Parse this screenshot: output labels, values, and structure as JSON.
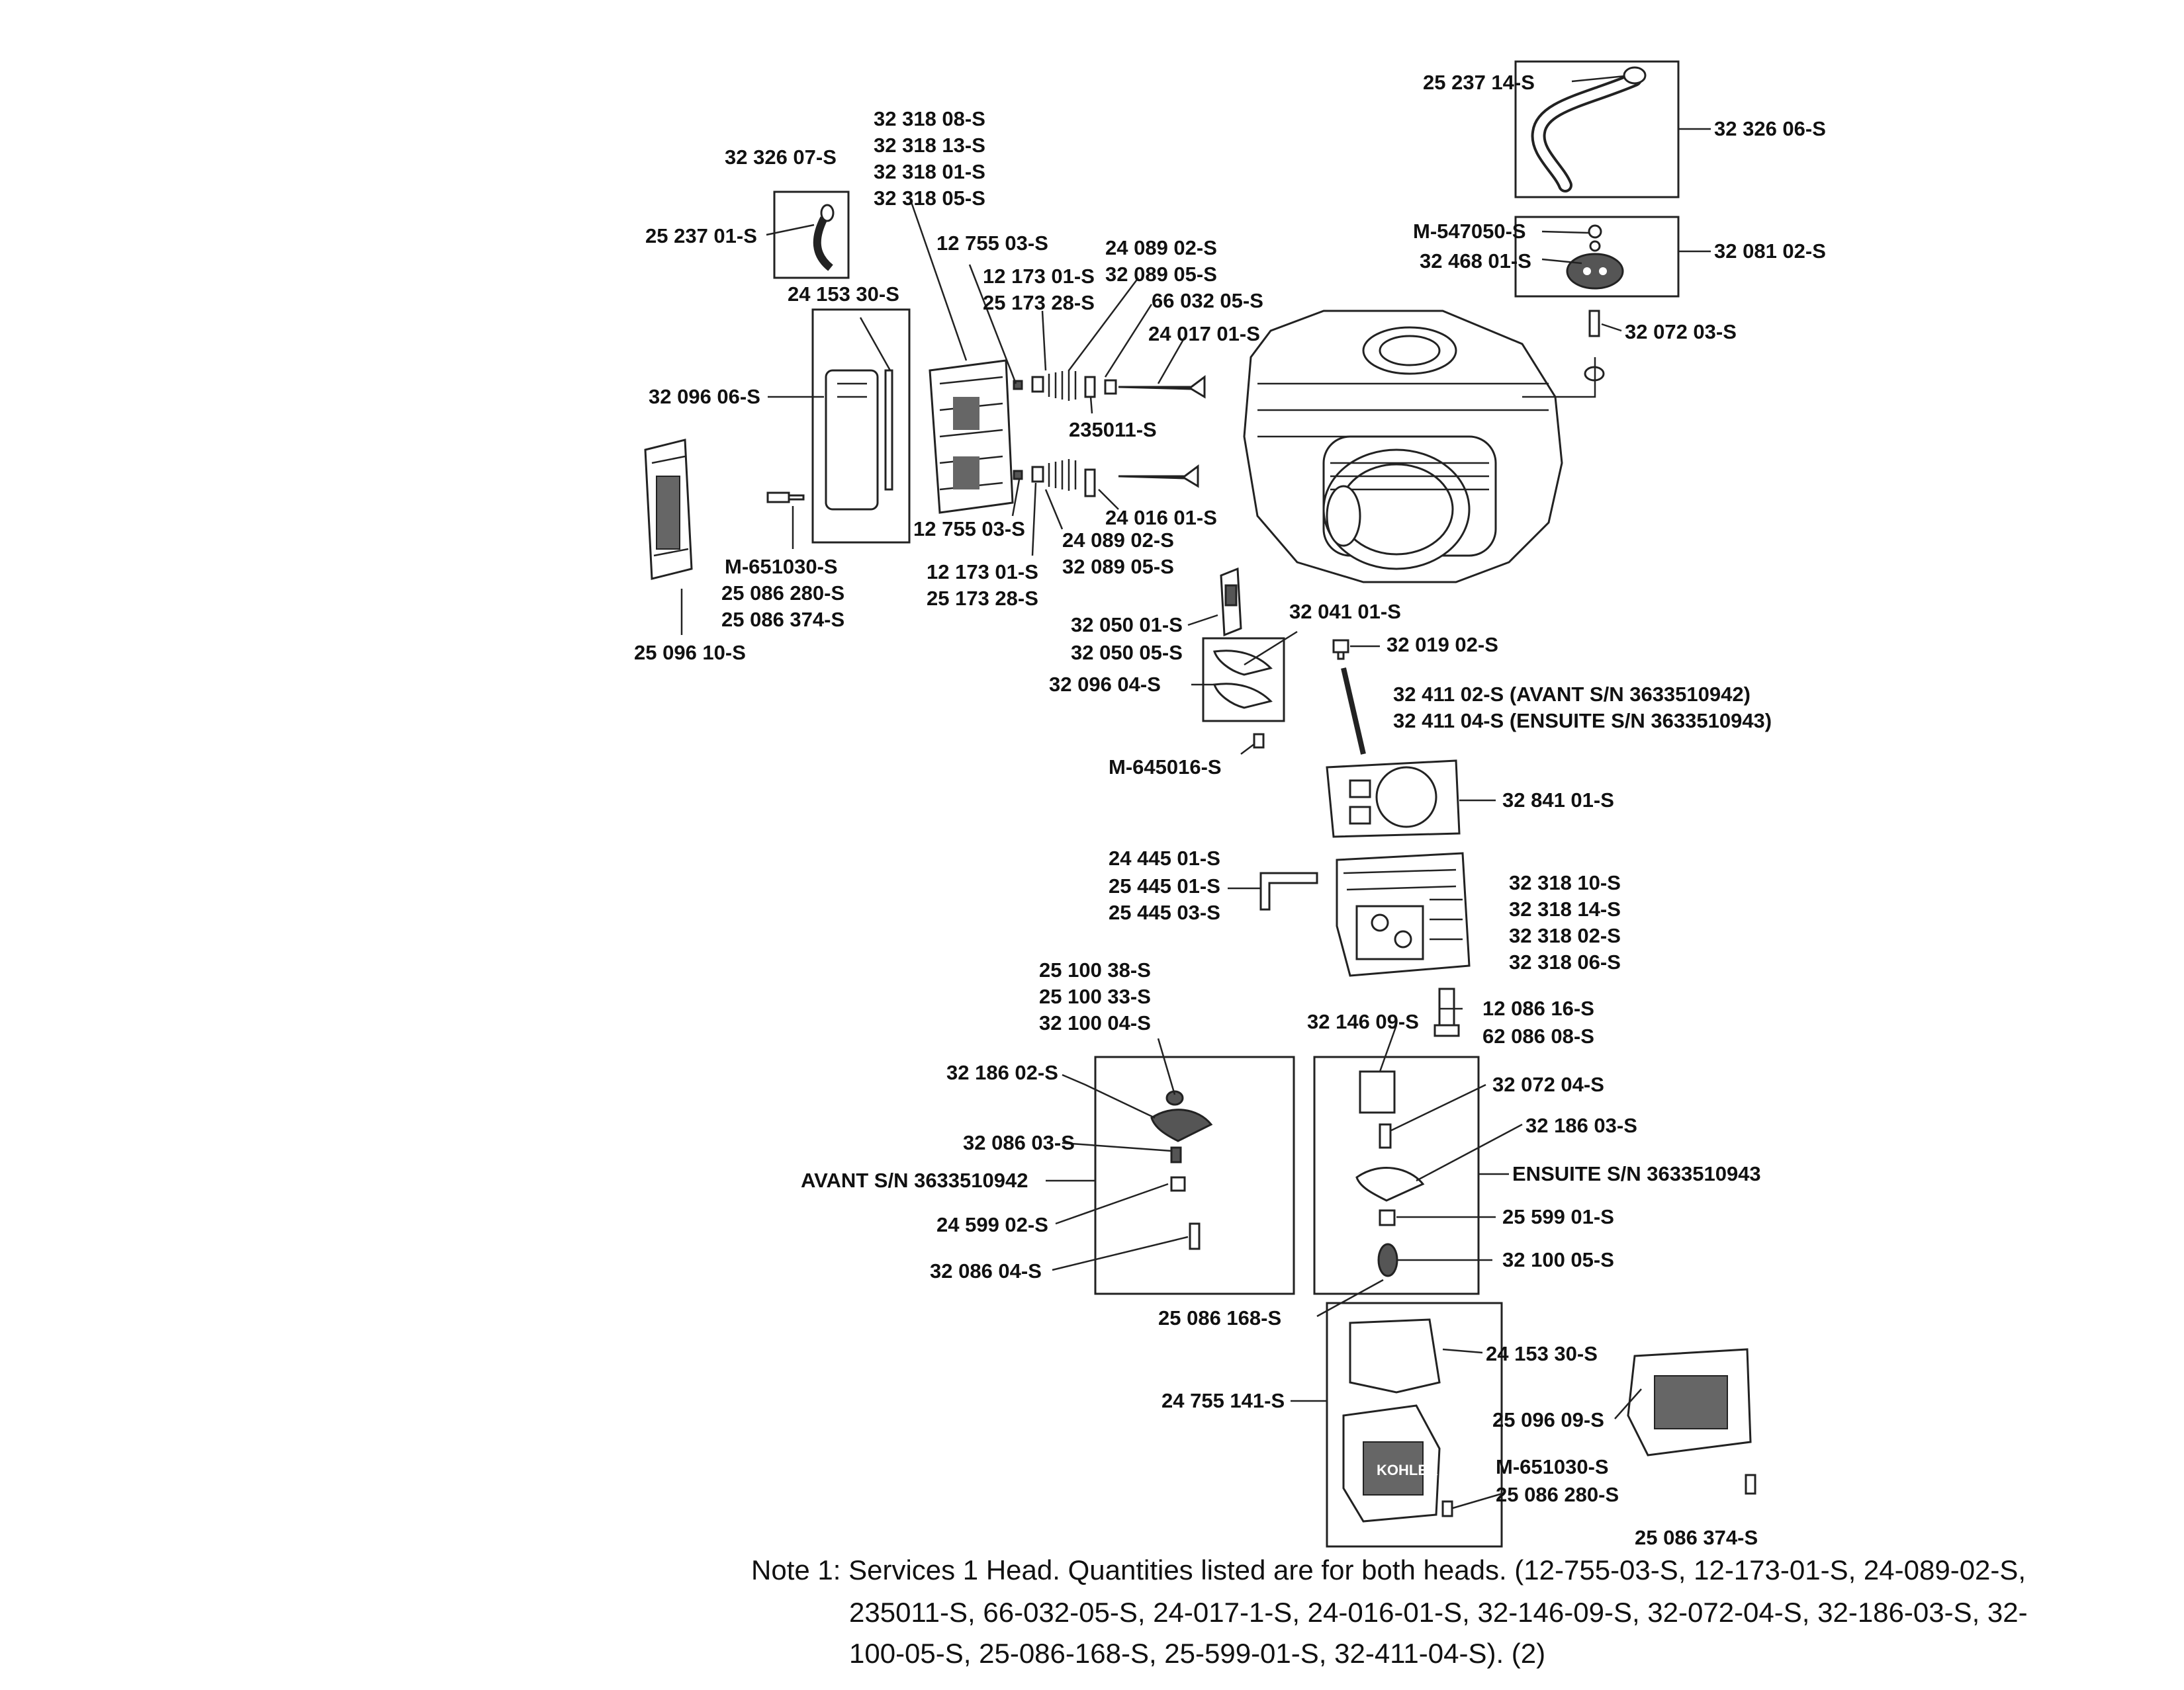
{
  "diagram": {
    "labels": {
      "l01": "25 237 14-S",
      "l02": "32 326 06-S",
      "l03": "M-547050-S",
      "l04": "32 468 01-S",
      "l05": "32 081 02-S",
      "l06": "32 072 03-S",
      "l07": "32 326 07-S",
      "l08": "25 237 01-S",
      "l09": "32 318 08-S",
      "l10": "32 318 13-S",
      "l11": "32 318 01-S",
      "l12": "32 318 05-S",
      "l13": "12 755 03-S",
      "l14": "12 173 01-S",
      "l15": "25 173 28-S",
      "l16": "24 089 02-S",
      "l17": "32 089 05-S",
      "l18": "66 032 05-S",
      "l19": "24 017 01-S",
      "l20": "24 153 30-S",
      "l21": "32 096 06-S",
      "l22": "235011-S",
      "l23": "24 016 01-S",
      "l24": "12 755 03-S",
      "l25": "24 089 02-S",
      "l26": "32 089 05-S",
      "l27": "12 173 01-S",
      "l28": "25 173 28-S",
      "l29": "M-651030-S",
      "l30": "25 086 280-S",
      "l31": "25 086 374-S",
      "l32": "25 096 10-S",
      "l33": "32 050 01-S",
      "l34": "32 050 05-S",
      "l35": "32 041 01-S",
      "l36": "32 019 02-S",
      "l37": "32 096 04-S",
      "l38": "32 411 02-S (AVANT S/N 3633510942)",
      "l39": "32 411 04-S (ENSUITE S/N 3633510943)",
      "l40": "M-645016-S",
      "l41": "32 841 01-S",
      "l42": "24 445 01-S",
      "l43": "25 445 01-S",
      "l44": "25 445 03-S",
      "l45": "32 318 10-S",
      "l46": "32 318 14-S",
      "l47": "32 318 02-S",
      "l48": "32 318 06-S",
      "l49": "25 100 38-S",
      "l50": "25 100 33-S",
      "l51": "32 100 04-S",
      "l52": "32 146 09-S",
      "l53": "12 086 16-S",
      "l54": "62 086 08-S",
      "l55": "32 186 02-S",
      "l56": "32 072 04-S",
      "l57": "32 086 03-S",
      "l58": "32 186 03-S",
      "l59": "AVANT S/N 3633510942",
      "l60": "ENSUITE S/N 3633510943",
      "l61": "24 599 02-S",
      "l62": "25 599 01-S",
      "l63": "32 086 04-S",
      "l64": "32 100 05-S",
      "l65": "25 086 168-S",
      "l66": "24 153 30-S",
      "l67": "24 755 141-S",
      "l68": "25 096 09-S",
      "l69": "M-651030-S",
      "l70": "25 086 280-S",
      "l71": "25 086 374-S"
    },
    "cover_brand": "KOHLER",
    "note": {
      "line1": "Note 1: Services 1 Head. Quantities listed are for both heads. (12-755-03-S, 12-173-01-S, 24-089-02-S,",
      "line2": "235011-S, 66-032-05-S, 24-017-1-S, 24-016-01-S, 32-146-09-S, 32-072-04-S, 32-186-03-S, 32-",
      "line3": "100-05-S, 25-086-168-S, 25-599-01-S, 32-411-04-S). (2)"
    }
  }
}
